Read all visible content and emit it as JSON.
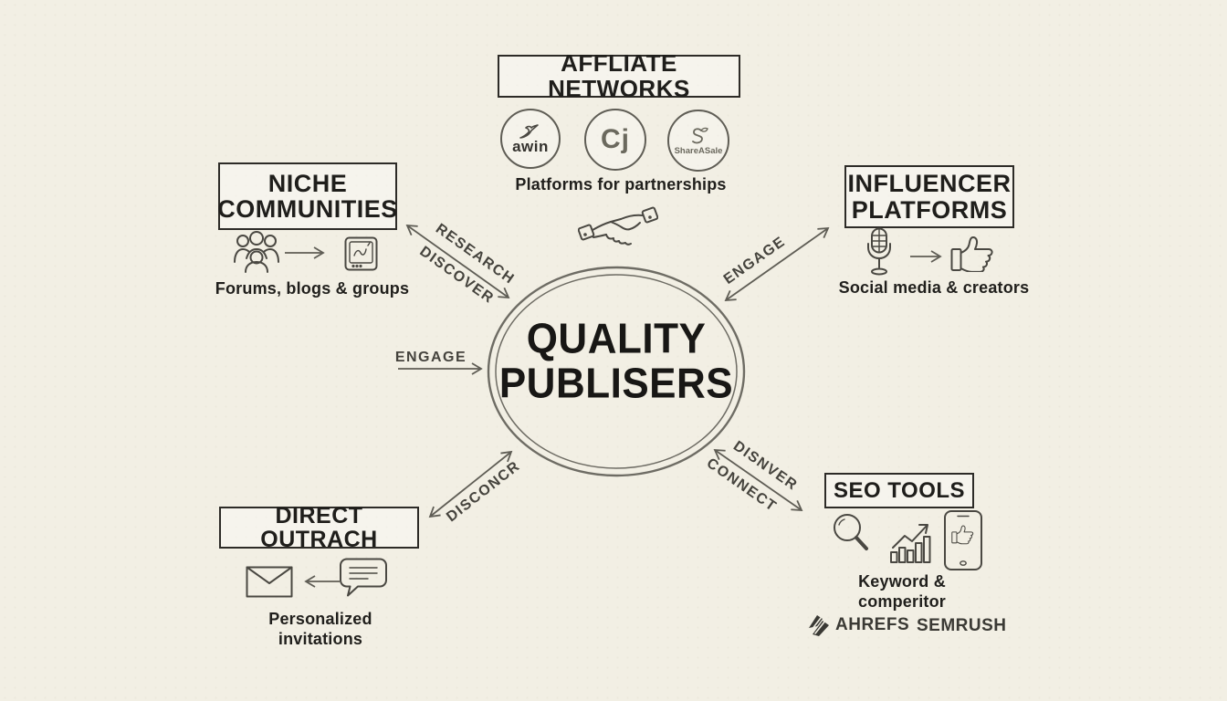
{
  "canvas": {
    "bg_color": "#f2efe4",
    "ink_color": "#232220",
    "line_color": "#5f5d55"
  },
  "center_node": {
    "title_line1": "QUALITY",
    "title_line2": "PUBLISERS"
  },
  "affiliate_networks": {
    "title": "AFFLIATE NETWORKS",
    "caption": "Platforms for partnerships",
    "logos": [
      {
        "name": "awin",
        "label": "awin"
      },
      {
        "name": "cj",
        "label": "Cj"
      },
      {
        "name": "shareasale",
        "label": "ShareASale"
      }
    ]
  },
  "niche_communities": {
    "title_line1": "NICHE",
    "title_line2": "COMMUNITIES",
    "caption": "Forums, blogs & groups"
  },
  "influencer_platforms": {
    "title_line1": "INFLUENCER",
    "title_line2": "PLATFORMS",
    "caption": "Social media & creators"
  },
  "direct_outreach": {
    "title": "DIRECT OUTRACH",
    "caption_line1": "Personalized",
    "caption_line2": "invitations"
  },
  "seo_tools": {
    "title": "SEO TOOLS",
    "caption_line1": "Keyword &",
    "caption_line2": "comperitor",
    "brand1": "AHREFS",
    "brand2": "SEMRUSH"
  },
  "arrow_labels": {
    "research": "RESEARCH",
    "discover": "DISCOVER",
    "engage_left": "ENGAGE",
    "engage_right": "ENGAGE",
    "disconcr": "DISCONCR",
    "disnver": "DISNVER",
    "connect": "CONNECT"
  }
}
